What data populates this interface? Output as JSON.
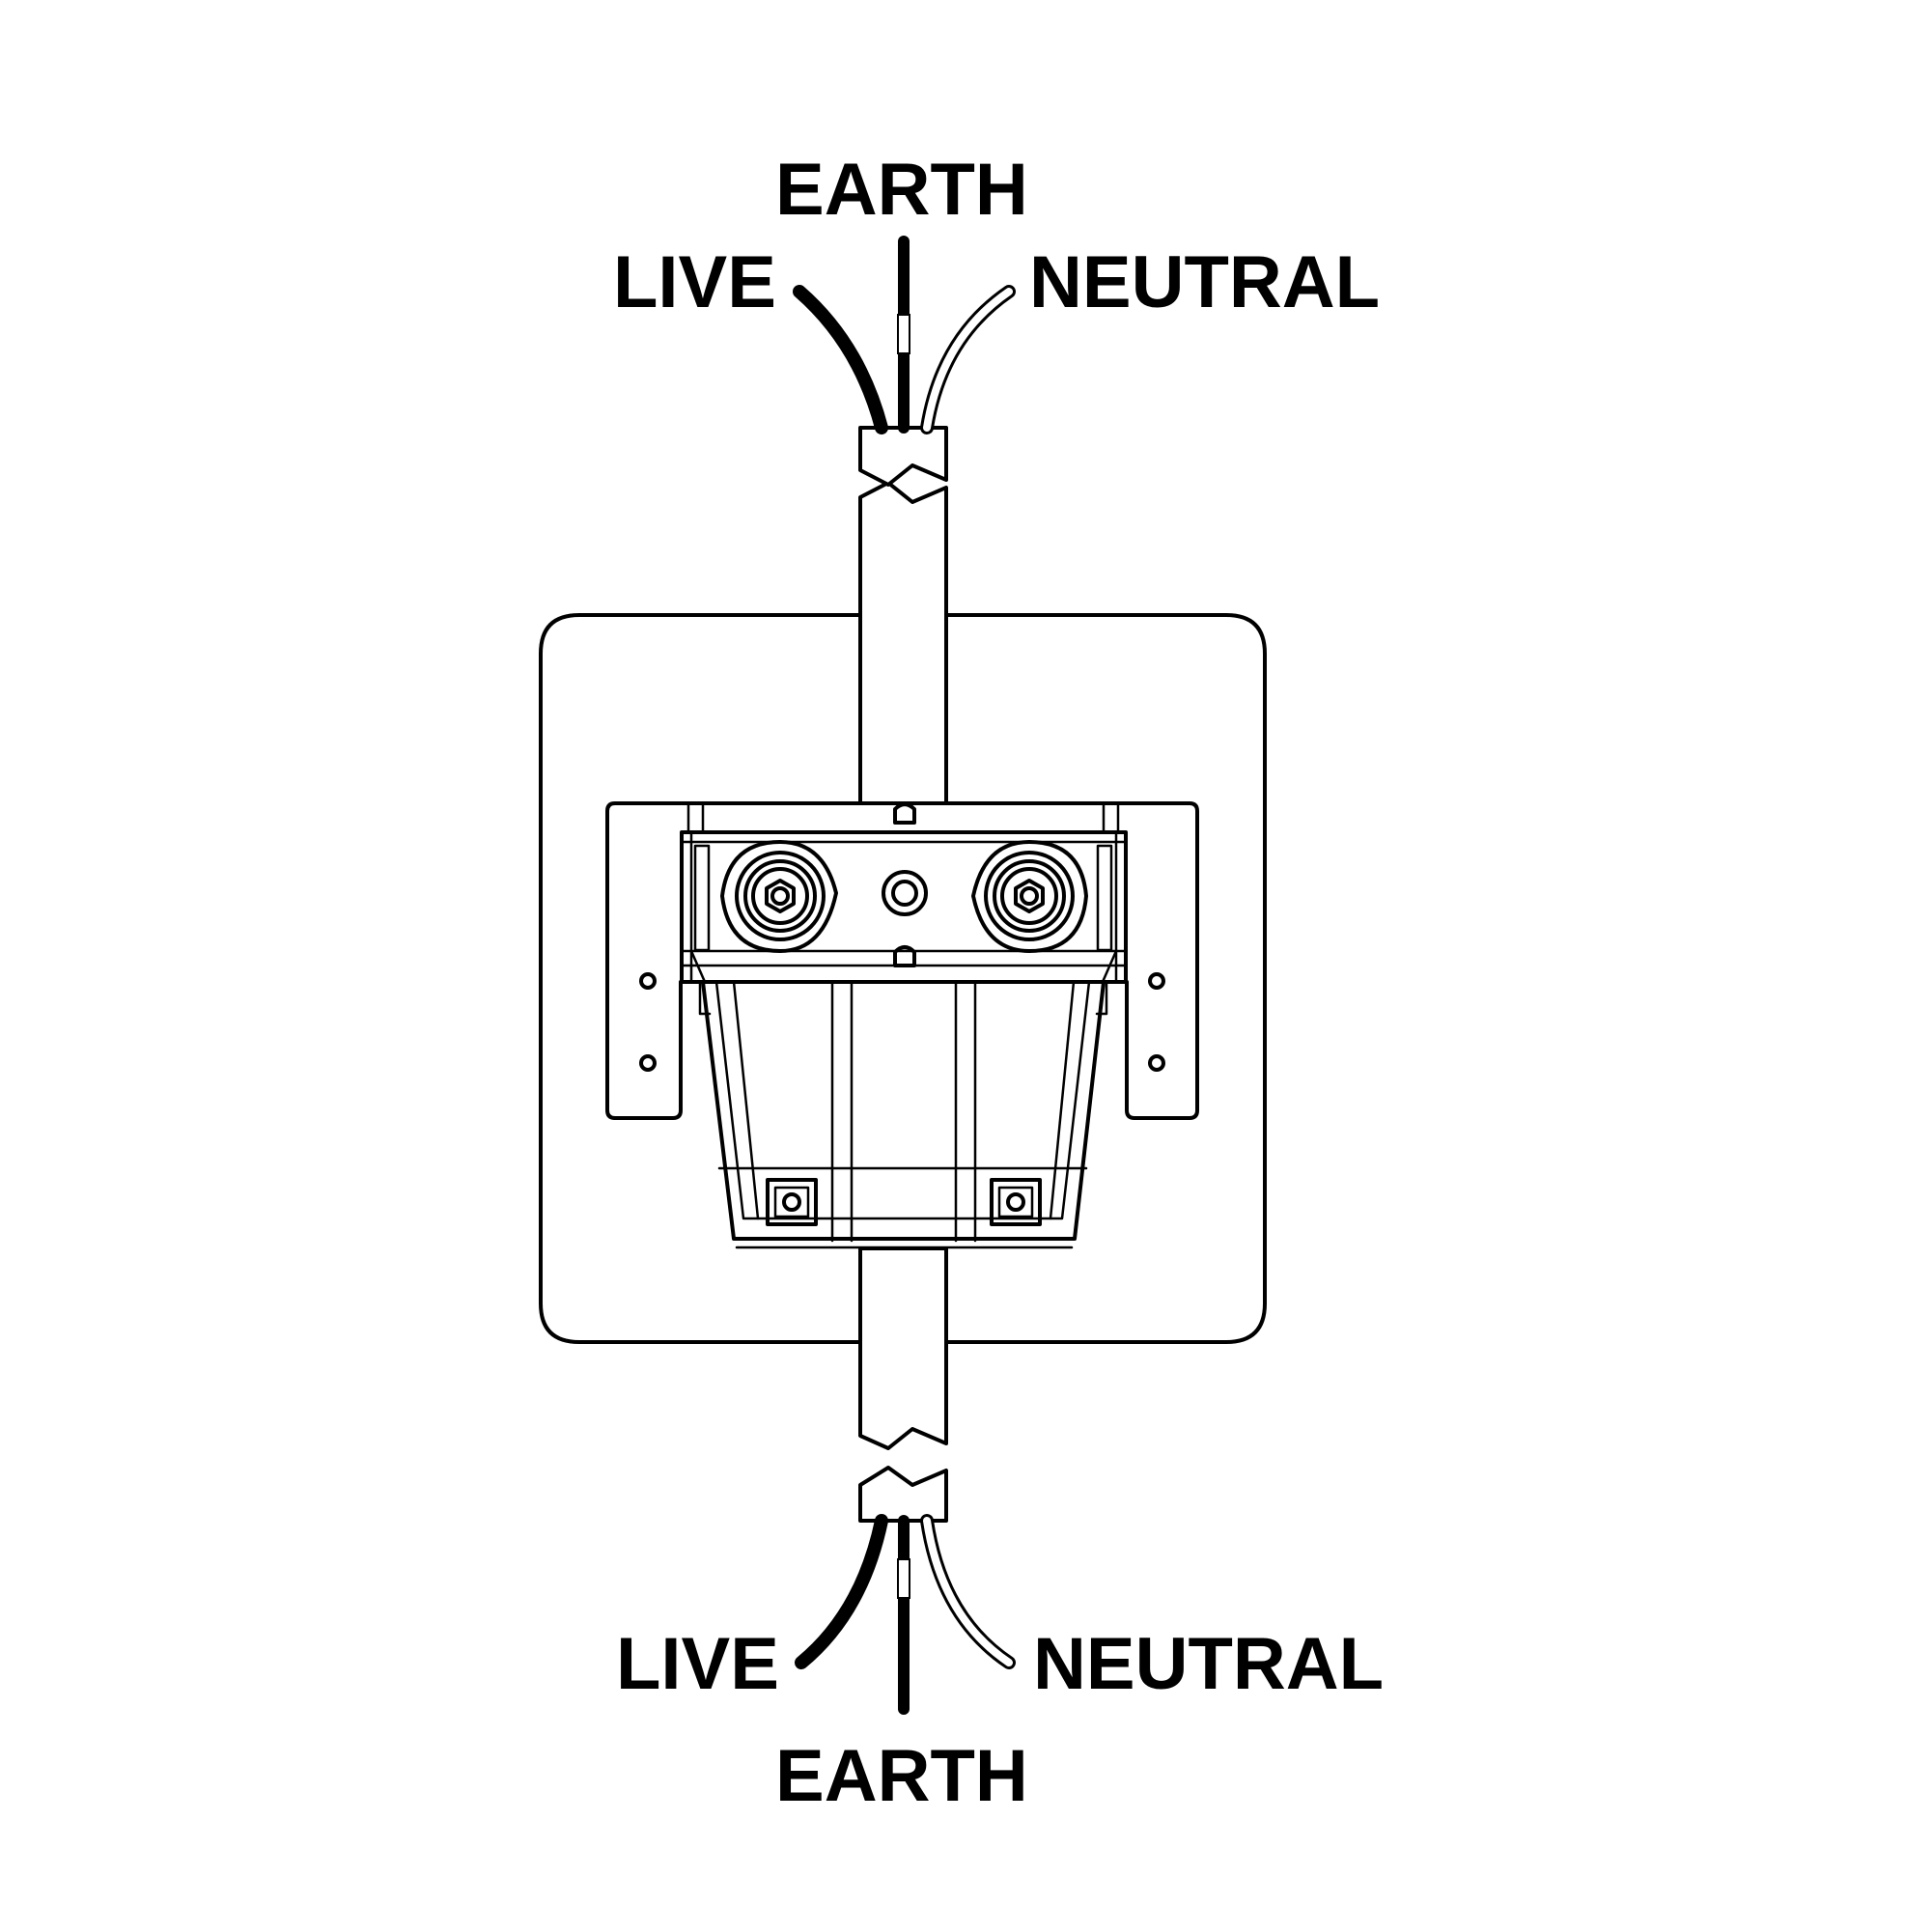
{
  "labels": {
    "top_earth": "EARTH",
    "top_live": "LIVE",
    "top_neutral": "NEUTRAL",
    "bottom_live": "LIVE",
    "bottom_neutral": "NEUTRAL",
    "bottom_earth": "EARTH"
  },
  "colors": {
    "ink": "#000000",
    "background": "#ffffff"
  }
}
